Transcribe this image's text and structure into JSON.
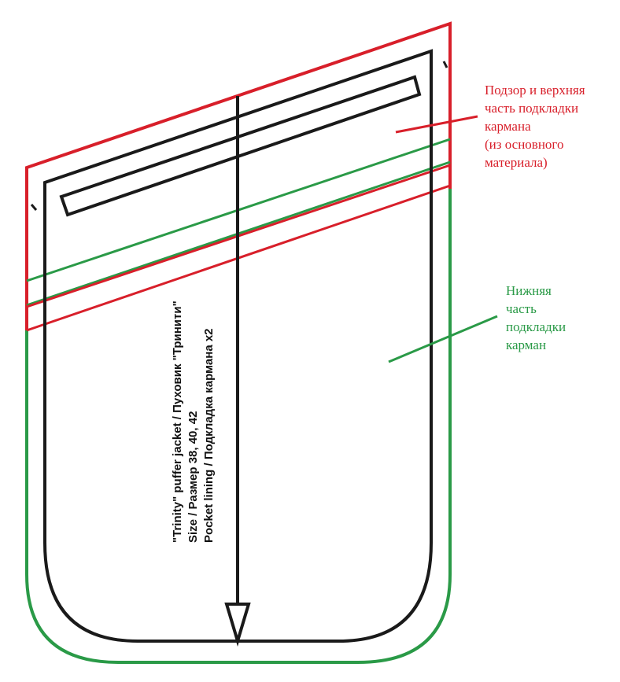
{
  "colors": {
    "outline": "#1a1a1a",
    "facing": "#d81f2a",
    "lower_lining": "#2a9a47"
  },
  "labels": {
    "facing": "Подзор и верхняя\nчасть подкладки\nкармана\n(из основного\nматериала)",
    "lower_lining": "Нижняя\nчасть\nподкладки\nкарман"
  },
  "piece_text": {
    "line1": "\"Trinity\" puffer jacket / Пуховик \"Тринити\"",
    "line2": "Size / Размер 38, 40, 42",
    "line3": "Pocket lining / Подкладка кармана x2"
  },
  "icons": {
    "grainline": "grainline-arrow-icon",
    "welt": "welt-opening-icon"
  }
}
